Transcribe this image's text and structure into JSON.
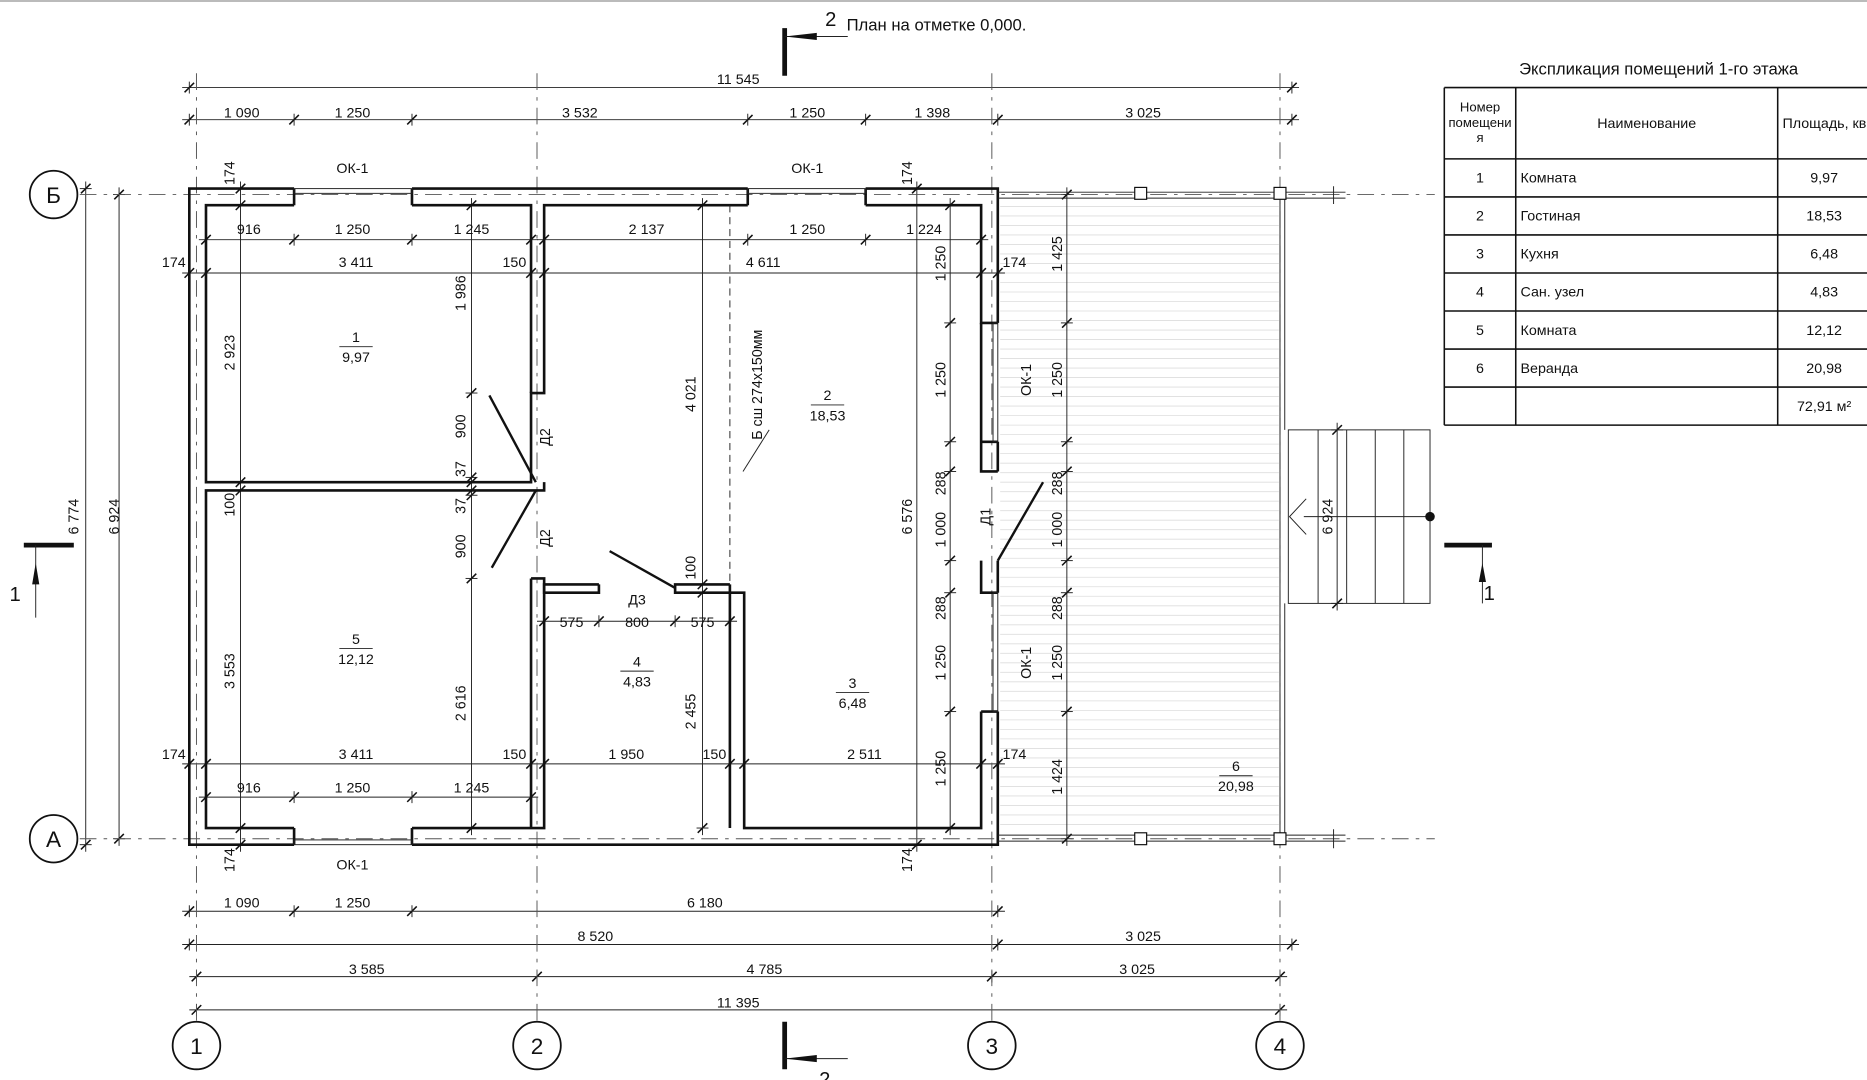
{
  "title": "План на отметке 0,000.",
  "section_marks": {
    "top": "2",
    "bottom": "2",
    "left": "1",
    "right": "1"
  },
  "axes": {
    "x": [
      "1",
      "2",
      "3",
      "4"
    ],
    "y": [
      "Б",
      "А"
    ]
  },
  "rooms": [
    {
      "num": "1",
      "area": "9,97"
    },
    {
      "num": "2",
      "area": "18,53"
    },
    {
      "num": "3",
      "area": "6,48"
    },
    {
      "num": "4",
      "area": "4,83"
    },
    {
      "num": "5",
      "area": "12,12"
    },
    {
      "num": "6",
      "area": "20,98"
    }
  ],
  "dims": [
    "11 545",
    "1 090",
    "1 250",
    "3 532",
    "1 250",
    "1 398",
    "3 025",
    "ОК-1",
    "ОК-1",
    "916",
    "1 250",
    "1 245",
    "2 137",
    "1 250",
    "1 224",
    "174",
    "3 411",
    "150",
    "4 611",
    "174",
    "575",
    "800",
    "575",
    "Д3",
    "174",
    "3 411",
    "150",
    "1 950",
    "150",
    "2 511",
    "174",
    "916",
    "1 250",
    "1 245",
    "ОК-1",
    "1 090",
    "1 250",
    "6 180",
    "8 520",
    "3 025",
    "3 585",
    "4 785",
    "3 025",
    "11 395",
    "174",
    "174",
    "2 923",
    "1 986",
    "900",
    "37",
    "37",
    "900",
    "Д2",
    "Д2",
    "100",
    "3 553",
    "2 616",
    "4 021",
    "100",
    "2 455",
    "Б сш 274х150мм",
    "6 576",
    "1 250",
    "1 250",
    "288",
    "1 000",
    "288",
    "1 250",
    "1 250",
    "1 425",
    "ОК-1",
    "1 250",
    "Д1",
    "288",
    "1 000",
    "288",
    "ОК-1",
    "1 250",
    "1 424",
    "174",
    "174",
    "6 774",
    "6 924",
    "6 924"
  ],
  "table": {
    "title": "Экспликация помещений 1-го этажа",
    "headers": [
      "Номер помещени я",
      "Наименование",
      "Площадь, кв.м"
    ],
    "rows": [
      {
        "num": "1",
        "name": "Комната",
        "area": "9,97"
      },
      {
        "num": "2",
        "name": "Гостиная",
        "area": "18,53"
      },
      {
        "num": "3",
        "name": "Кухня",
        "area": "6,48"
      },
      {
        "num": "4",
        "name": "Сан. узел",
        "area": "4,83"
      },
      {
        "num": "5",
        "name": "Комната",
        "area": "12,12"
      },
      {
        "num": "6",
        "name": "Веранда",
        "area": "20,98"
      }
    ],
    "total": "72,91 м²"
  }
}
